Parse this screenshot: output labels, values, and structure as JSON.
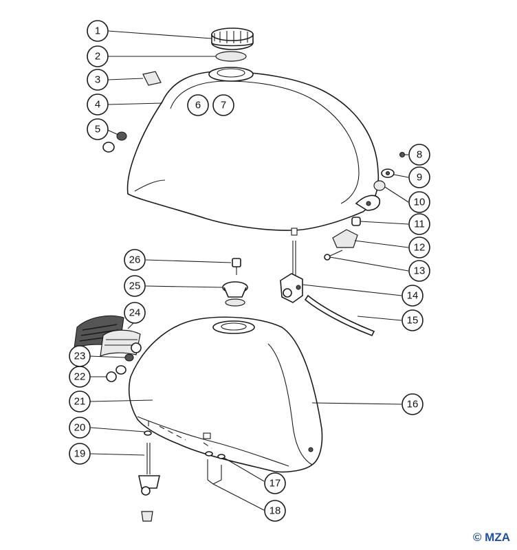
{
  "copyright": "© MZA",
  "callouts": [
    "1",
    "2",
    "3",
    "4",
    "5",
    "6",
    "7",
    "8",
    "9",
    "10",
    "11",
    "12",
    "13",
    "14",
    "15",
    "16",
    "17",
    "18",
    "19",
    "20",
    "21",
    "22",
    "23",
    "24",
    "25",
    "26"
  ]
}
